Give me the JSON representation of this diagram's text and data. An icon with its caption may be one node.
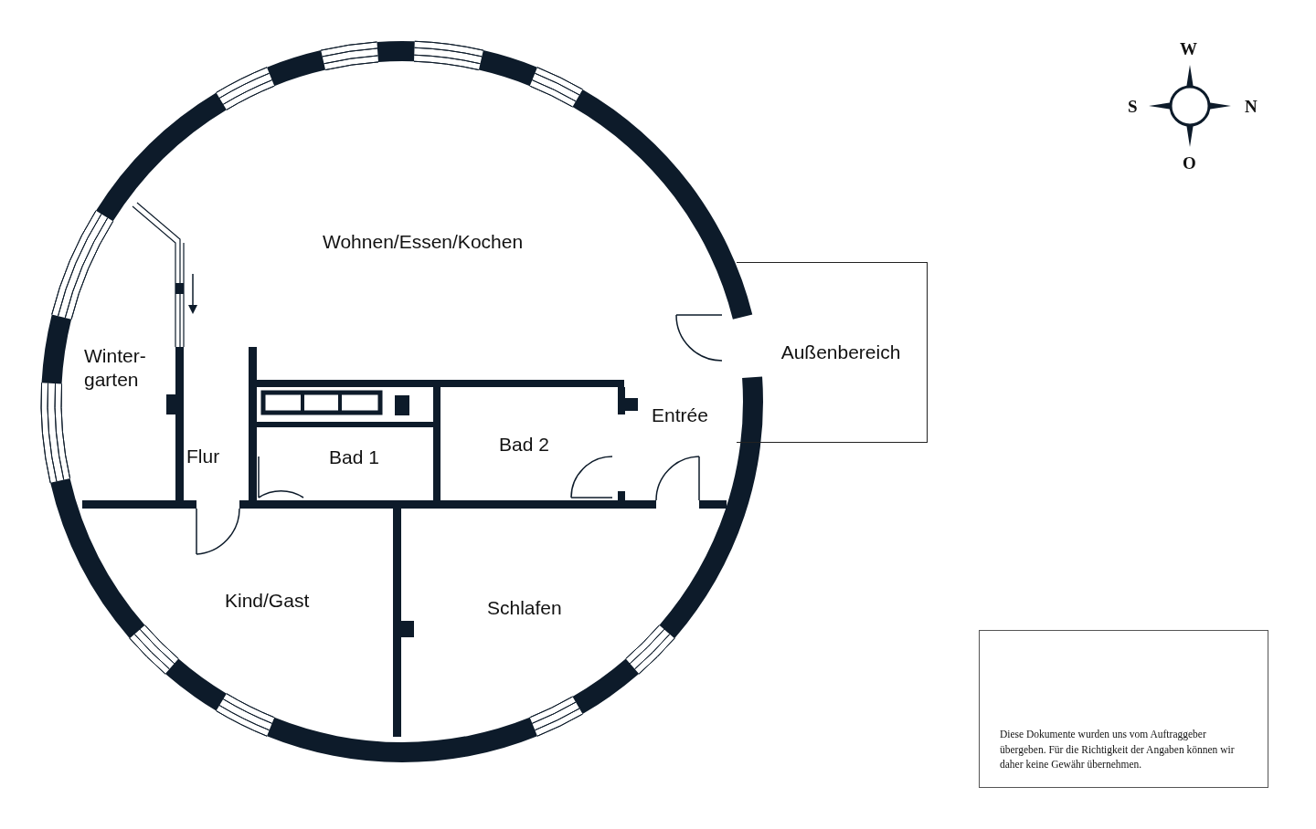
{
  "diagram": {
    "nodes": [
      {
        "text": [
          "Außenbereich"
        ]
      },
      {
        "text": [
          "Diese Dokumente wurden uns vom Auftraggeber übergeben. Für die Richtigkeit der Angaben können wir daher keine Gewähr übernehmen."
        ]
      }
    ],
    "labels": [
      "W",
      "S",
      "N",
      "O",
      "Wohnen/Essen/Kochen",
      "Winter-garten",
      "Entrée",
      "Flur",
      "Bad 2",
      "Bad 1",
      "Kind/Gast",
      "Schlafen"
    ]
  }
}
